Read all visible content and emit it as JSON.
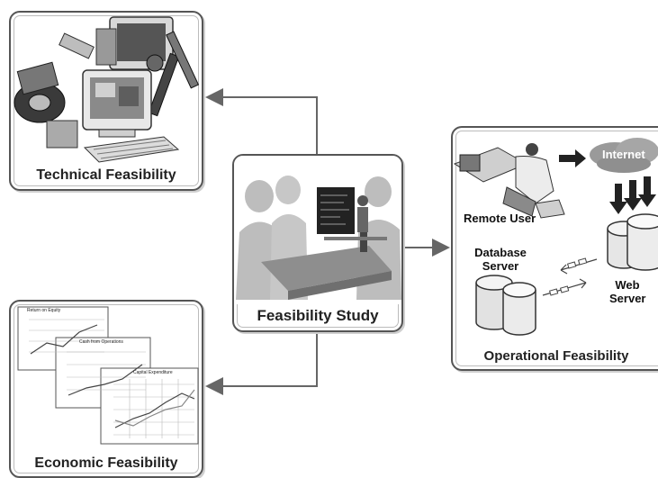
{
  "panels": {
    "technical": {
      "title": "Technical Feasibility"
    },
    "study": {
      "title": "Feasibility Study"
    },
    "operational": {
      "title": "Operational Feasibility",
      "remote_user": "Remote User",
      "internet": "Internet",
      "database_server": "Database Server",
      "web_server": "Web Server"
    },
    "economic": {
      "title": "Economic Feasibility",
      "chart_titles": [
        "Return on Equity",
        "Cash from Operations",
        "Capital Expenditure"
      ]
    }
  },
  "colors": {
    "border": "#555555",
    "connector": "#666666",
    "silhouette": "#b8b8b8"
  }
}
